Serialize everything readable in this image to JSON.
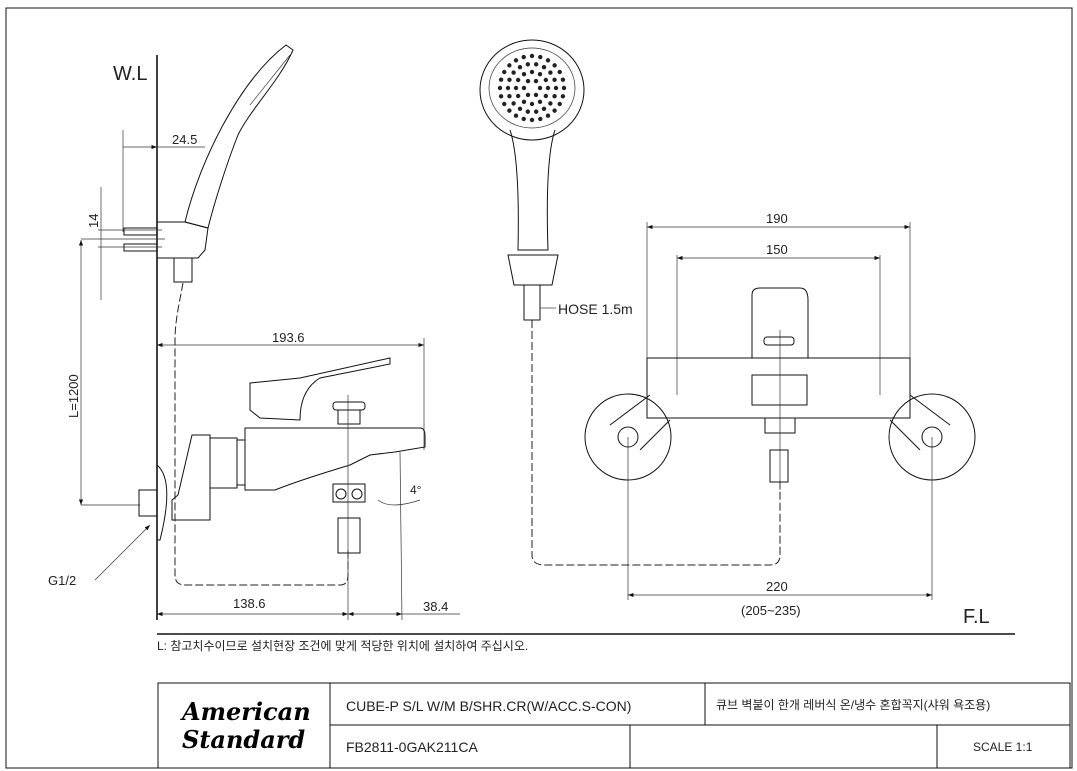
{
  "labels": {
    "wall_line": "W.L",
    "floor_line": "F.L",
    "dim_24_5": "24.5",
    "dim_14": "14",
    "dim_L": "L=1200",
    "dim_193_6": "193.6",
    "dim_138_6": "138.6",
    "dim_38_4": "38.4",
    "angle_4": "4°",
    "thread": "G1/2",
    "hose": "HOSE 1.5m",
    "dim_190": "190",
    "dim_150": "150",
    "dim_220": "220",
    "dim_range": "(205~235)"
  },
  "note": "L:  참고치수이므로 설치현장 조건에 맞게 적당한 위치에 설치하여 주십시오.",
  "title_block": {
    "logo_line1": "American",
    "logo_line2": "Standard",
    "product_name": "CUBE-P S/L W/M B/SHR.CR(W/ACC.S-CON)",
    "product_name_ko": "큐브 벽붙이 한개 레버식 온/냉수 혼합꼭지(샤워 욕조용)",
    "model_code": "FB2811-0GAK211CA",
    "scale": "SCALE 1:1"
  }
}
